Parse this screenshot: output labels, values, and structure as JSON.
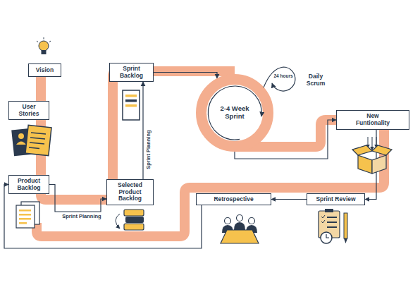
{
  "diagram": {
    "nodes": [
      {
        "text": [
          "Vision"
        ]
      },
      {
        "text": [
          "User Stories"
        ]
      },
      {
        "text": [
          "Product Backlog"
        ]
      },
      {
        "text": [
          "Selected Product Backlog"
        ]
      },
      {
        "text": [
          "Sprint Backlog"
        ]
      },
      {
        "text": [
          "2-4 Week Sprint"
        ]
      },
      {
        "text": [
          "New Funtionality"
        ]
      },
      {
        "text": [
          "Sprint Review"
        ]
      },
      {
        "text": [
          "Retrospective"
        ]
      }
    ],
    "edges": [
      {
        "from": 0,
        "to": 1,
        "arrow": "none"
      },
      {
        "from": 1,
        "to": 2,
        "arrow": "none"
      },
      {
        "from": 2,
        "to": 3,
        "label": "Sprint Planning",
        "arrow": "to"
      },
      {
        "from": 3,
        "to": 4,
        "label": "Sprint Planning",
        "arrow": "to"
      },
      {
        "from": 4,
        "to": 5,
        "arrow": "to"
      },
      {
        "from": 5,
        "to": 6,
        "arrow": "to"
      },
      {
        "from": 6,
        "to": 7,
        "arrow": "to"
      },
      {
        "from": 7,
        "to": 8,
        "arrow": "to"
      },
      {
        "from": 8,
        "to": 2,
        "arrow": "to"
      }
    ],
    "labels": [
      "24 hours",
      "Daily Scrum"
    ]
  }
}
